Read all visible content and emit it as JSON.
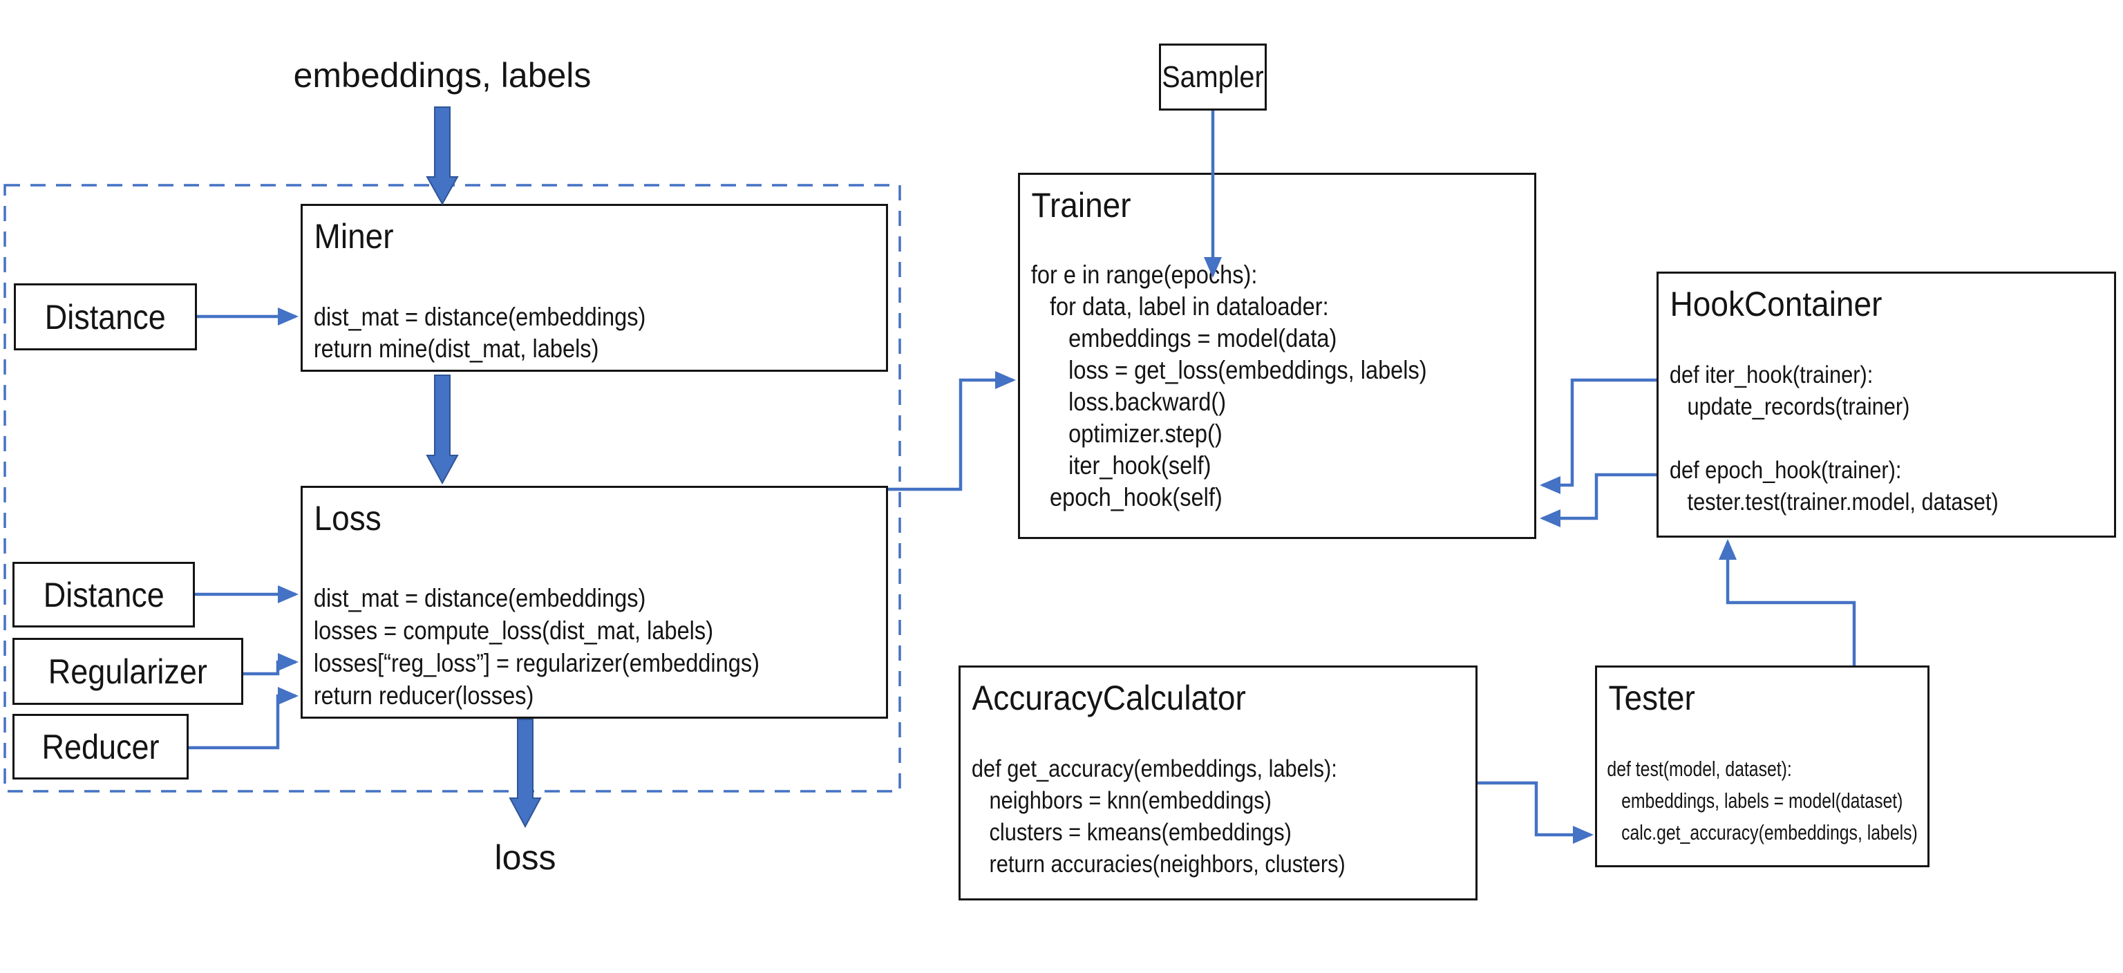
{
  "colors": {
    "accent": "#4472C4",
    "accent_dark": "#2F5597",
    "box_border": "#141414",
    "text": "#141414",
    "background": "#ffffff"
  },
  "flow": {
    "input_label": "embeddings, labels",
    "output_label": "loss"
  },
  "boxes": {
    "miner": {
      "title": "Miner",
      "code": [
        "dist_mat = distance(embeddings)",
        "return mine(dist_mat, labels)"
      ]
    },
    "loss": {
      "title": "Loss",
      "code": [
        "dist_mat = distance(embeddings)",
        "losses = compute_loss(dist_mat, labels)",
        "losses[“reg_loss”] = regularizer(embeddings)",
        "return reducer(losses)"
      ]
    },
    "distance_top": {
      "title": "Distance"
    },
    "distance_bottom": {
      "title": "Distance"
    },
    "regularizer": {
      "title": "Regularizer"
    },
    "reducer": {
      "title": "Reducer"
    },
    "sampler": {
      "title": "Sampler"
    },
    "trainer": {
      "title": "Trainer",
      "code": [
        "for e in range(epochs):",
        "   for data, label in dataloader:",
        "      embeddings = model(data)",
        "      loss = get_loss(embeddings, labels)",
        "      loss.backward()",
        "      optimizer.step()",
        "      iter_hook(self)",
        "   epoch_hook(self)"
      ]
    },
    "hook_container": {
      "title": "HookContainer",
      "code": [
        "def iter_hook(trainer):",
        "   update_records(trainer)",
        "",
        "def epoch_hook(trainer):",
        "   tester.test(trainer.model, dataset)"
      ]
    },
    "accuracy_calculator": {
      "title": "AccuracyCalculator",
      "code": [
        "def get_accuracy(embeddings, labels):",
        "   neighbors = knn(embeddings)",
        "   clusters = kmeans(embeddings)",
        "   return accuracies(neighbors, clusters)"
      ]
    },
    "tester": {
      "title": "Tester",
      "code": [
        "def test(model, dataset):",
        "   embeddings, labels = model(dataset)",
        "   calc.get_accuracy(embeddings, labels)"
      ]
    }
  }
}
